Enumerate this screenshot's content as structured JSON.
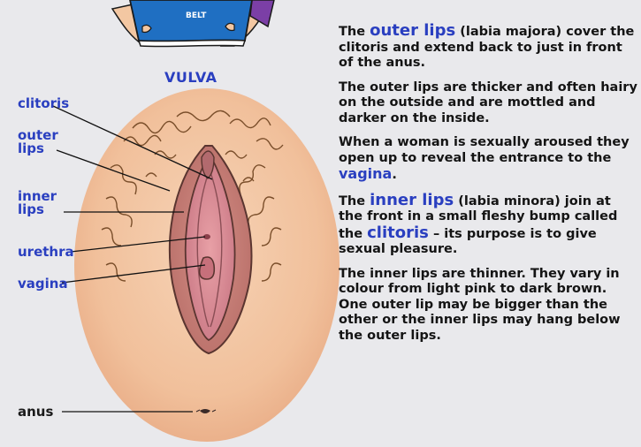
{
  "book": {
    "text": "BELT"
  },
  "diagram": {
    "title": "VULVA",
    "labels": {
      "clitoris": "clitoris",
      "outer_lips_1": "outer",
      "outer_lips_2": "lips",
      "inner_lips_1": "inner",
      "inner_lips_2": "lips",
      "urethra": "urethra",
      "vagina": "vagina",
      "anus": "anus"
    }
  },
  "paragraphs": [
    {
      "pre": "The ",
      "hl": "outer lips",
      "post": " (labia majora) cover the clitoris and extend back to just in front of the anus."
    },
    {
      "text": "The outer lips are thicker and often hairy on the outside and are mottled and darker on the inside."
    },
    {
      "pre": "When a woman is sexually aroused they open up to reveal the entrance to the ",
      "hl": "vagina",
      "post": "."
    },
    {
      "pre": "The ",
      "hl": "inner lips",
      "post": " (labia minora) join at the front in a small fleshy bump called the ",
      "hl2": "clitoris",
      "post2": " – its purpose is to give sexual pleasure."
    },
    {
      "text": "The inner lips are thinner. They vary in colour from light pink to dark brown. One outer lip may be bigger than the other or the inner lips may hang below the outer lips."
    }
  ],
  "colors": {
    "accent": "#2a3fc0",
    "background": "#e9e9ec",
    "text": "#141414"
  }
}
